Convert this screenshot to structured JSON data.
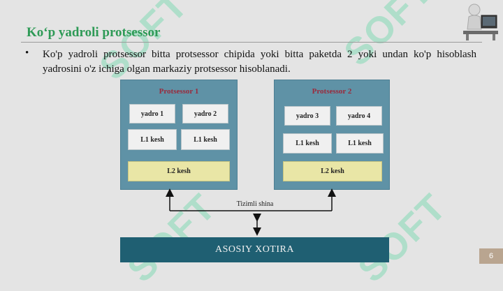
{
  "slide": {
    "title": "Ko‘p yadroli protsessor",
    "bullet": "Ko'p yadroli protsessor bitta protsessor chipida yoki bitta paketda 2 yoki undan ko'p hisoblash yadrosini o'z ichiga olgan markaziy protsessor hisoblanadi.",
    "page_number": "6",
    "watermark_text": "SOFT"
  },
  "diagram": {
    "processor1": {
      "title": "Protsessor 1",
      "core_a": "yadro 1",
      "core_b": "yadro 2",
      "l1_a": "L1 kesh",
      "l1_b": "L1 kesh",
      "l2": "L2 kesh"
    },
    "processor2": {
      "title": "Protsessor 2",
      "core_a": "yadro 3",
      "core_b": "yadro 4",
      "l1_a": "L1 kesh",
      "l1_b": "L1 kesh",
      "l2": "L2 kesh"
    },
    "bus_label": "Tizimli shina",
    "memory_label": "ASOSIY XOTIRA"
  },
  "colors": {
    "title": "#2e9a56",
    "processor_bg": "#5f92a6",
    "processor_title": "#9a2a3c",
    "l2_bg": "#e9e6a6",
    "memory_bg": "#1f5f72",
    "watermark": "#6ed7aa"
  }
}
